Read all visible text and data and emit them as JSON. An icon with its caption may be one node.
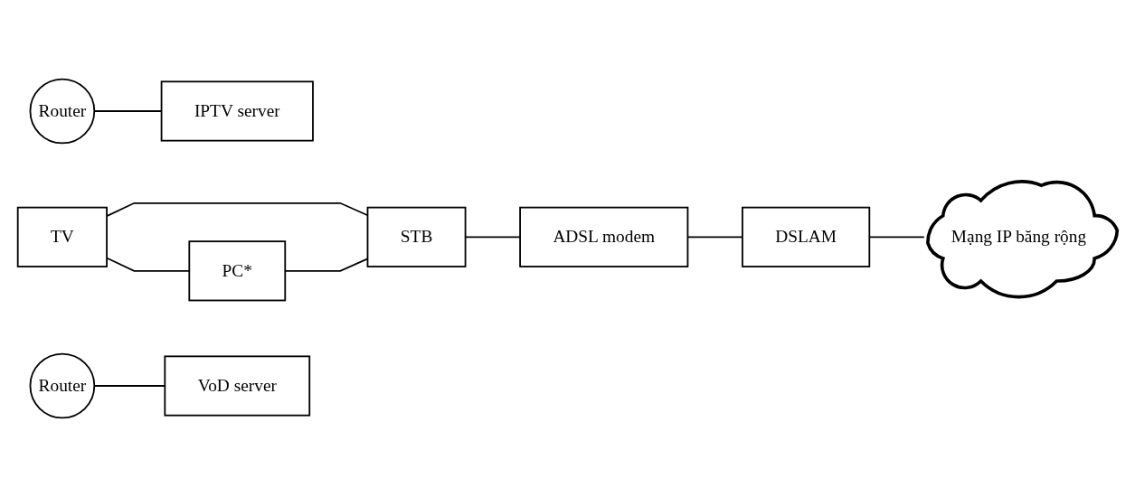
{
  "diagram": {
    "nodes": [
      {
        "text": [
          "TV"
        ]
      },
      {
        "text": [
          "STB"
        ]
      },
      {
        "text": [
          "ADSL modem"
        ]
      },
      {
        "text": [
          "DSLAM"
        ]
      },
      {
        "text": [
          "IPTV server"
        ]
      },
      {
        "text": [
          "Router"
        ]
      },
      {
        "text": [
          "Mạng IP băng rộng"
        ]
      },
      {
        "text": [
          "PC*"
        ]
      },
      {
        "text": [
          "Router"
        ]
      },
      {
        "text": [
          "VoD server"
        ]
      }
    ],
    "edges": [
      {
        "from": 0,
        "to": 1,
        "arrow": "none"
      },
      {
        "from": 0,
        "to": 7,
        "arrow": "none"
      },
      {
        "from": 7,
        "to": 1,
        "arrow": "none"
      },
      {
        "from": 1,
        "to": 2,
        "arrow": "none"
      },
      {
        "from": 2,
        "to": 3,
        "arrow": "none"
      },
      {
        "from": 3,
        "to": 6,
        "arrow": "none"
      },
      {
        "from": 5,
        "to": 4,
        "arrow": "none"
      },
      {
        "from": 8,
        "to": 9,
        "arrow": "none"
      }
    ]
  }
}
